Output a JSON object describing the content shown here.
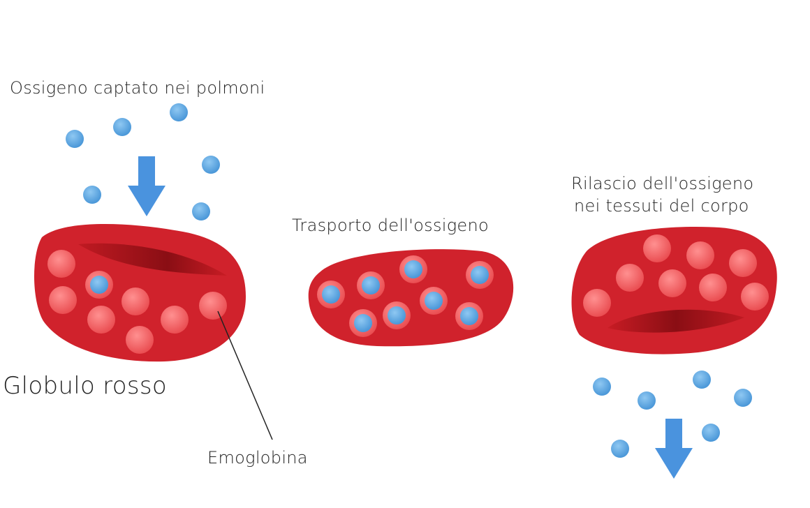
{
  "labels": {
    "uptake": "Ossigeno captato nei polmoni",
    "transport": "Trasporto dell'ossigeno",
    "release_line1": "Rilascio dell'ossigeno",
    "release_line2": "nei tessuti del corpo",
    "red_cell": "Globulo rosso",
    "hemoglobin": "Emoglobina"
  },
  "colors": {
    "cell": "#d0222c",
    "cell_shadow": "#8f1016",
    "hemoglobin": "#f46c6c",
    "oxygen": "#5aa8e3",
    "arrow": "#4a93de",
    "text": "#222222"
  }
}
